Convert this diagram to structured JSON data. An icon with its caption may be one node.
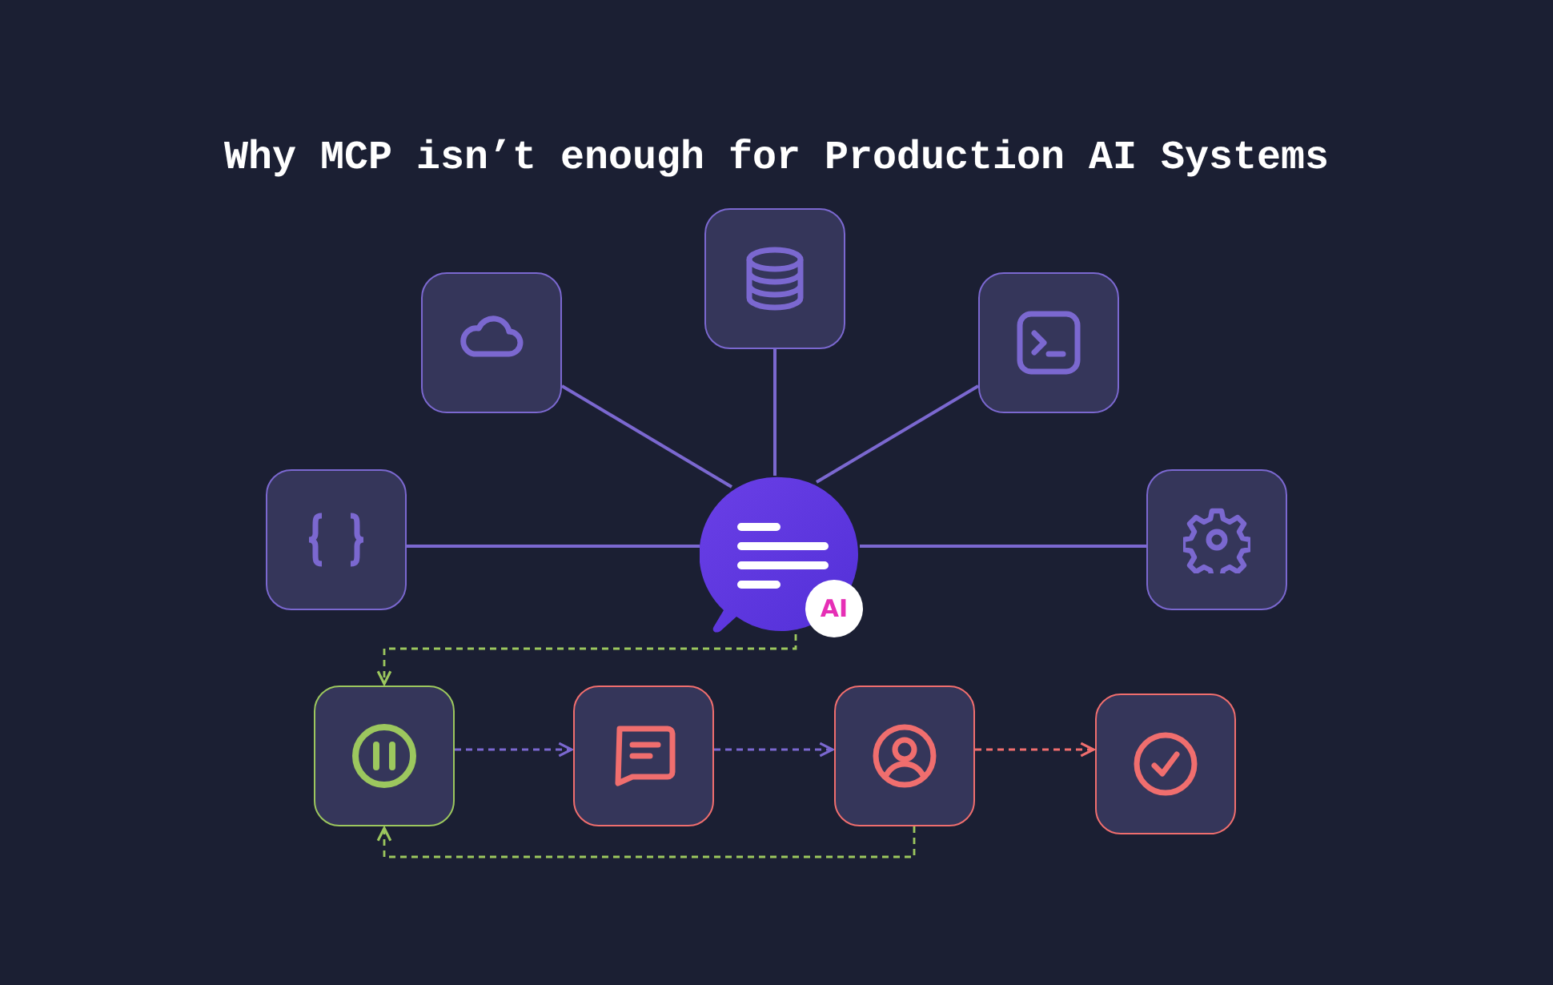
{
  "diagram": {
    "title": "Why MCP isn’t enough for Production AI Systems",
    "nodes": [
      {
        "text": [],
        "shape": "box"
      },
      {
        "text": [],
        "shape": "box"
      },
      {
        "text": [],
        "shape": "box"
      },
      {
        "text": [],
        "shape": "box"
      },
      {
        "text": [],
        "shape": "circle"
      },
      {
        "text": [],
        "shape": "box"
      },
      {
        "text": [],
        "shape": "box"
      },
      {
        "text": [],
        "shape": "box"
      },
      {
        "text": [],
        "shape": "box"
      },
      {
        "text": [],
        "shape": "box"
      }
    ],
    "edges": [
      {
        "from": 0,
        "to": 4,
        "arrow": "none"
      },
      {
        "from": 1,
        "to": 4,
        "arrow": "none"
      },
      {
        "from": 2,
        "to": 4,
        "arrow": "none"
      },
      {
        "from": 3,
        "to": 4,
        "arrow": "none"
      },
      {
        "from": 4,
        "to": 5,
        "arrow": "none"
      },
      {
        "from": 4,
        "to": 6,
        "arrow": "to",
        "style": "dashed",
        "color": "#9cc75e"
      },
      {
        "from": 6,
        "to": 7,
        "arrow": "to",
        "style": "dashed"
      },
      {
        "from": 7,
        "to": 8,
        "arrow": "to",
        "style": "dashed"
      },
      {
        "from": 8,
        "to": 9,
        "arrow": "to",
        "style": "dashed",
        "color": "#f06e6e"
      },
      {
        "from": 8,
        "to": 6,
        "arrow": "to",
        "style": "dashed",
        "color": "#9cc75e"
      }
    ],
    "labels": [
      "AI"
    ]
  }
}
